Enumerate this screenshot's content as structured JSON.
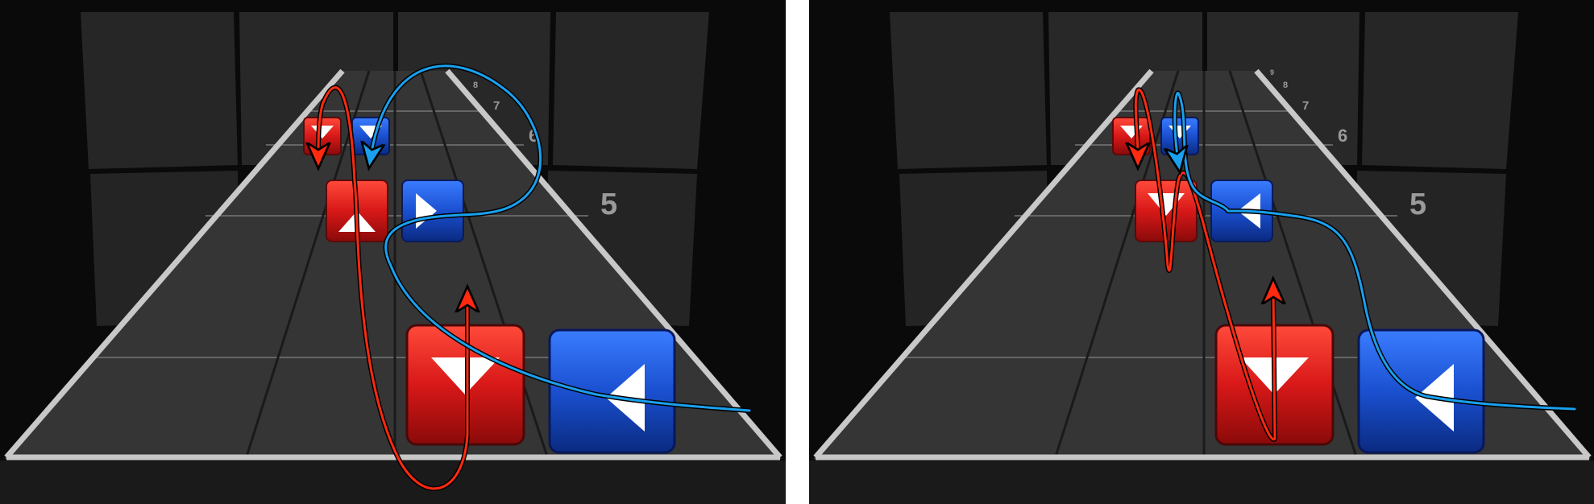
{
  "colors": {
    "background": "#0a0a0a",
    "wall": "#262626",
    "floor": "#3a3a3a",
    "rail": "#c8c8c8",
    "red_block": "#d81818",
    "blue_block": "#1a50d0",
    "red_path": "#ff2a10",
    "blue_path": "#1aa0ee"
  },
  "panels": [
    {
      "name": "left",
      "beats": [
        "5",
        "6",
        "7",
        "8"
      ],
      "blocks": [
        {
          "color": "red",
          "arrow": "down",
          "beat": "near"
        },
        {
          "color": "blue",
          "arrow": "left",
          "beat": "near"
        },
        {
          "color": "red",
          "arrow": "up",
          "beat": "5"
        },
        {
          "color": "blue",
          "arrow": "right",
          "beat": "5"
        },
        {
          "color": "red",
          "arrow": "down",
          "beat": "6"
        },
        {
          "color": "blue",
          "arrow": "down",
          "beat": "6"
        }
      ],
      "paths": [
        "red",
        "blue"
      ]
    },
    {
      "name": "right",
      "beats": [
        "5",
        "6",
        "7",
        "8",
        "9"
      ],
      "blocks": [
        {
          "color": "red",
          "arrow": "down",
          "beat": "near"
        },
        {
          "color": "blue",
          "arrow": "left",
          "beat": "near"
        },
        {
          "color": "red",
          "arrow": "down",
          "beat": "5"
        },
        {
          "color": "blue",
          "arrow": "left",
          "beat": "5"
        },
        {
          "color": "red",
          "arrow": "down",
          "beat": "6"
        },
        {
          "color": "blue",
          "arrow": "down",
          "beat": "6"
        }
      ],
      "paths": [
        "red",
        "blue"
      ]
    }
  ]
}
